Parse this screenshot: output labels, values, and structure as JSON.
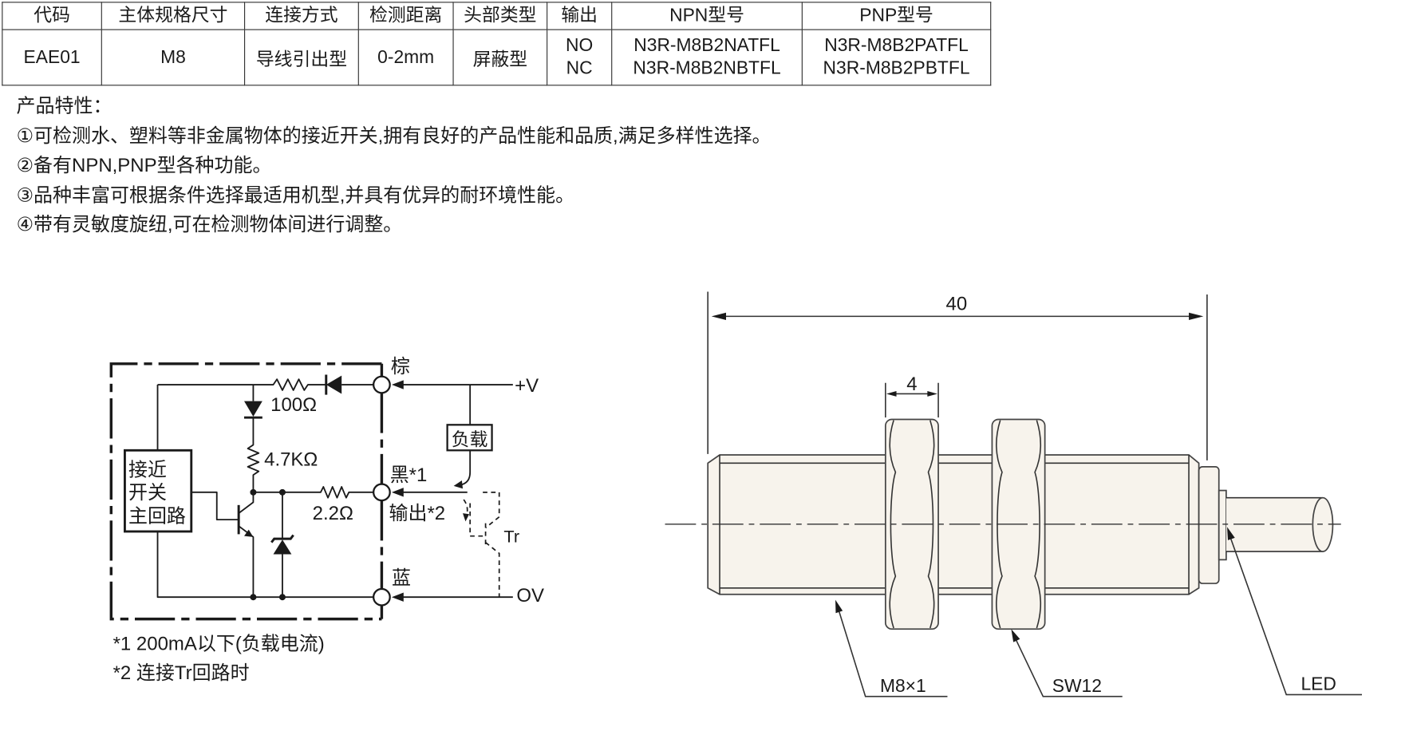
{
  "spec_table": {
    "headers": [
      "代码",
      "主体规格尺寸",
      "连接方式",
      "检测距离",
      "头部类型",
      "输出",
      "NPN型号",
      "PNP型号"
    ],
    "row": {
      "code": "EAE01",
      "size": "M8",
      "connection": "导线引出型",
      "distance": "0-2mm",
      "head_type": "屏蔽型",
      "output": [
        "NO",
        "NC"
      ],
      "npn_models": [
        "N3R-M8B2NATFL",
        "N3R-M8B2NBTFL"
      ],
      "pnp_models": [
        "N3R-M8B2PATFL",
        "N3R-M8B2PBTFL"
      ]
    }
  },
  "features": {
    "title": "产品特性：",
    "items": [
      "①可检测水、塑料等非金属物体的接近开关,拥有良好的产品性能和品质,满足多样性选择。",
      "②备有NPN,PNP型各种功能。",
      "③品种丰富可根据条件选择最适用机型,并具有优异的耐环境性能。",
      "④带有灵敏度旋纽,可在检测物体间进行调整。"
    ]
  },
  "circuit": {
    "terminal_brown": "棕",
    "supply_positive": "+V",
    "resistor_100": "100Ω",
    "resistor_4_7k": "4.7KΩ",
    "load": "负载",
    "main_circuit_lines": [
      "接近",
      "开关",
      "主回路"
    ],
    "terminal_black": "黑*1",
    "resistor_2_2": "2.2Ω",
    "terminal_output": "输出*2",
    "external_transistor": "Tr",
    "terminal_blue": "蓝",
    "supply_zero": "OV",
    "notes": [
      "*1 200mA以下(负载电流)",
      "*2 连接Tr回路时"
    ]
  },
  "dimension_drawing": {
    "overall_length": "40",
    "nut_thickness": "4",
    "thread": "M8×1",
    "nut_width": "SW12",
    "led": "LED"
  },
  "colors": {
    "line": "#1a1a1a",
    "body_fill": "#f7f3ec"
  }
}
